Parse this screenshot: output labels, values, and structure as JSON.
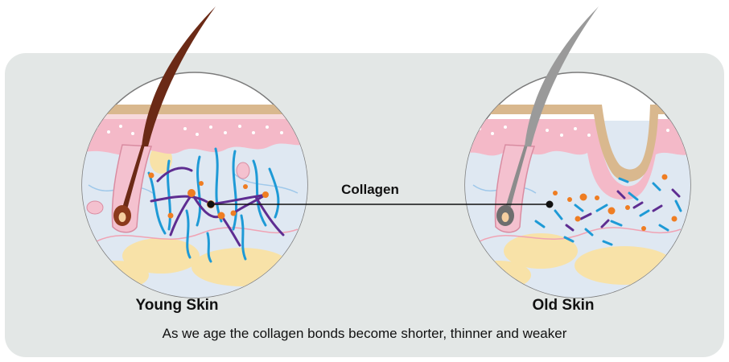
{
  "labels": {
    "young_skin": "Young Skin",
    "old_skin": "Old Skin",
    "collagen": "Collagen",
    "caption": "As we age the collagen bonds become shorter, thinner and weaker"
  },
  "colors": {
    "panel_background": "#e3e7e6",
    "young_hair": "#6b2a16",
    "old_hair": "#8c8c8c",
    "collagen_blue": "#1e9ad6",
    "collagen_purple": "#5e2d91",
    "collagen_bond_orange": "#ef7d22",
    "skin_pink": "#f4b9c8",
    "fat_yellow": "#f8e2a8"
  },
  "icons": {
    "young_hair": "hair-strand-brown-icon",
    "old_hair": "hair-strand-grey-icon",
    "young_circle": "young-skin-cross-section-icon",
    "old_circle": "old-skin-cross-section-icon"
  }
}
